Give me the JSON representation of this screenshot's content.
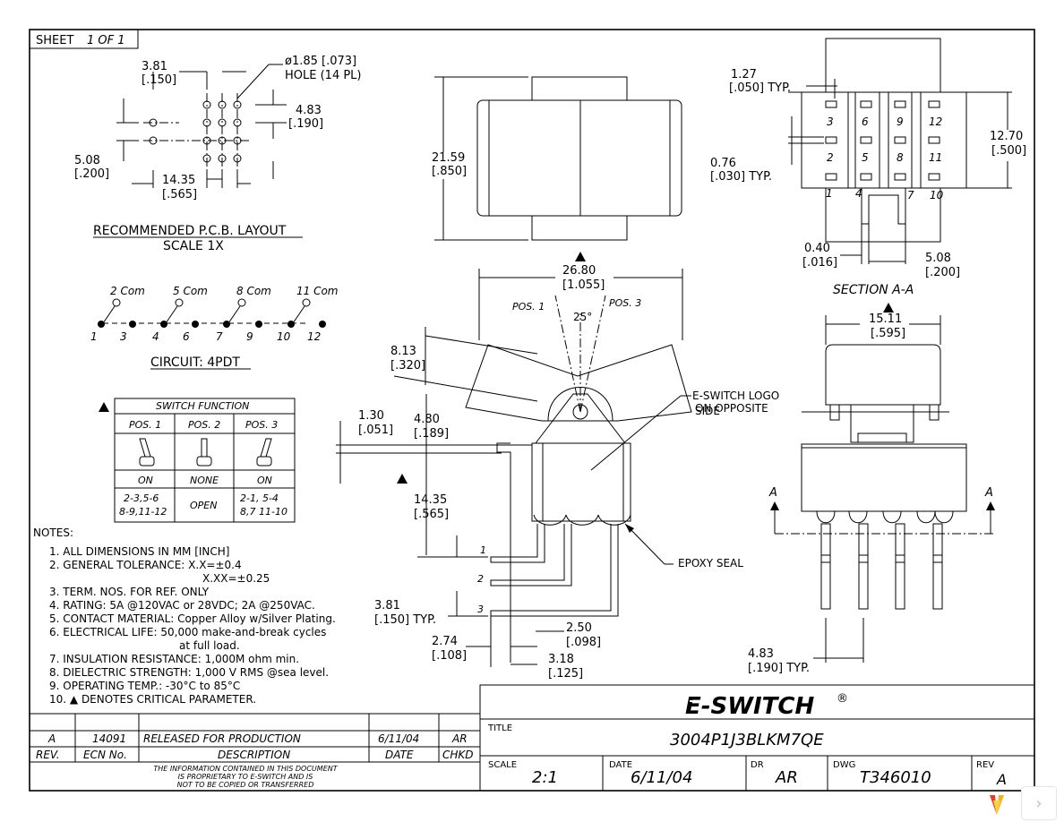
{
  "sheet": {
    "label": "SHEET",
    "value": "1 OF 1"
  },
  "pcb": {
    "title": "RECOMMENDED P.C.B. LAYOUT",
    "scale": "SCALE 1X",
    "dim_pitch_mm": "3.81",
    "dim_pitch_in": "[.150]",
    "dim_hole_mm": "ø1.85 [.073]",
    "dim_hole_note": "HOLE (14 PL)",
    "dim_row_mm": "4.83",
    "dim_row_in": "[.190]",
    "dim_left_mm": "5.08",
    "dim_left_in": "[.200]",
    "dim_width_mm": "14.35",
    "dim_width_in": "[.565]"
  },
  "circuit": {
    "title": "CIRCUIT: 4PDT",
    "coms": [
      "2 Com",
      "5 Com",
      "8 Com",
      "11 Com"
    ],
    "terms": [
      "1",
      "3",
      "4",
      "6",
      "7",
      "9",
      "10",
      "12"
    ]
  },
  "switch_function": {
    "header": "SWITCH FUNCTION",
    "positions": [
      "POS. 1",
      "POS. 2",
      "POS. 3"
    ],
    "states": [
      "ON",
      "NONE",
      "ON"
    ],
    "connections": [
      [
        "2-3,5-6",
        "8-9,11-12"
      ],
      [
        "OPEN"
      ],
      [
        "2-1, 5-4",
        "8,7 11-10"
      ]
    ]
  },
  "notes": {
    "title": "NOTES:",
    "lines": [
      "1. ALL DIMENSIONS IN MM [INCH]",
      "2. GENERAL TOLERANCE: X.X=±0.4",
      "X.XX=±0.25",
      "3. TERM. NOS. FOR REF. ONLY",
      "4. RATING: 5A @120VAC or 28VDC; 2A @250VAC.",
      "5. CONTACT MATERIAL: Copper Alloy w/Silver Plating.",
      "6. ELECTRICAL LIFE: 50,000 make-and-break cycles",
      "at full load.",
      "7. INSULATION RESISTANCE: 1,000M ohm min.",
      "8. DIELECTRIC STRENGTH: 1,000 V RMS @sea level.",
      "9. OPERATING TEMP.: -30°C to 85°C",
      "10. ▲ DENOTES CRITICAL PARAMETER."
    ]
  },
  "top_view": {
    "dim_h_mm": "21.59",
    "dim_h_in": "[.850]"
  },
  "side_view": {
    "dim_w_mm": "26.80",
    "dim_w_in": "[1.055]",
    "pos1": "POS. 1",
    "pos3": "POS. 3",
    "angle": "25°",
    "dim_813_mm": "8.13",
    "dim_813_in": "[.320]",
    "dim_130_mm": "1.30",
    "dim_130_in": "[.051]",
    "dim_480_mm": "4.80",
    "dim_480_in": "[.189]",
    "dim_1435_mm": "14.35",
    "dim_1435_in": "[.565]",
    "logo_note": "E-SWITCH LOGO",
    "logo_note2": "ON OPPOSITE",
    "logo_note3": "SIDE",
    "epoxy": "EPOXY SEAL",
    "term_labels": [
      "1",
      "2",
      "3"
    ],
    "dim_381_mm": "3.81",
    "dim_381_in": "[.150] TYP.",
    "dim_250_mm": "2.50",
    "dim_250_in": "[.098]",
    "dim_274_mm": "2.74",
    "dim_274_in": "[.108]",
    "dim_318_mm": "3.18",
    "dim_318_in": "[.125]"
  },
  "section": {
    "title": "SECTION A-A",
    "dim_127_mm": "1.27",
    "dim_127_in": "[.050] TYP.",
    "dim_076_mm": "0.76",
    "dim_076_in": "[.030] TYP.",
    "dim_1270_mm": "12.70",
    "dim_1270_in": "[.500]",
    "dim_040_mm": "0.40",
    "dim_040_in": "[.016]",
    "dim_508_mm": "5.08",
    "dim_508_in": "[.200]",
    "terms_row1": [
      "3",
      "6",
      "9",
      "12"
    ],
    "terms_row2": [
      "2",
      "5",
      "8",
      "11"
    ],
    "terms_row3": [
      "1",
      "4",
      "7",
      "10"
    ]
  },
  "end_view": {
    "dim_w_mm": "15.11",
    "dim_w_in": "[.595]",
    "cut_label": "A",
    "dim_483_mm": "4.83",
    "dim_483_in": "[.190] TYP."
  },
  "revision": {
    "rev": "A",
    "ecn": "14091",
    "description": "RELEASED FOR PRODUCTION",
    "date": "6/11/04",
    "chkd": "AR",
    "headers": [
      "REV.",
      "ECN No.",
      "DESCRIPTION",
      "DATE",
      "CHKD"
    ],
    "proprietary": [
      "THE INFORMATION CONTAINED IN THIS DOCUMENT",
      "IS PROPRIETARY TO E-SWITCH AND IS",
      "NOT TO BE COPIED OR TRANSFERRED"
    ]
  },
  "title_block": {
    "brand": "E-SWITCH",
    "reg": "®",
    "title_label": "TITLE",
    "title": "3004P1J3BLKM7QE",
    "scale_label": "SCALE",
    "scale": "2:1",
    "date_label": "DATE",
    "date": "6/11/04",
    "dr_label": "DR",
    "dr": "AR",
    "dwg_label": "DWG",
    "dwg": "T346010",
    "rev_label": "REV",
    "rev": "A"
  },
  "viewer": {
    "next_icon": "chevron-right-icon"
  }
}
